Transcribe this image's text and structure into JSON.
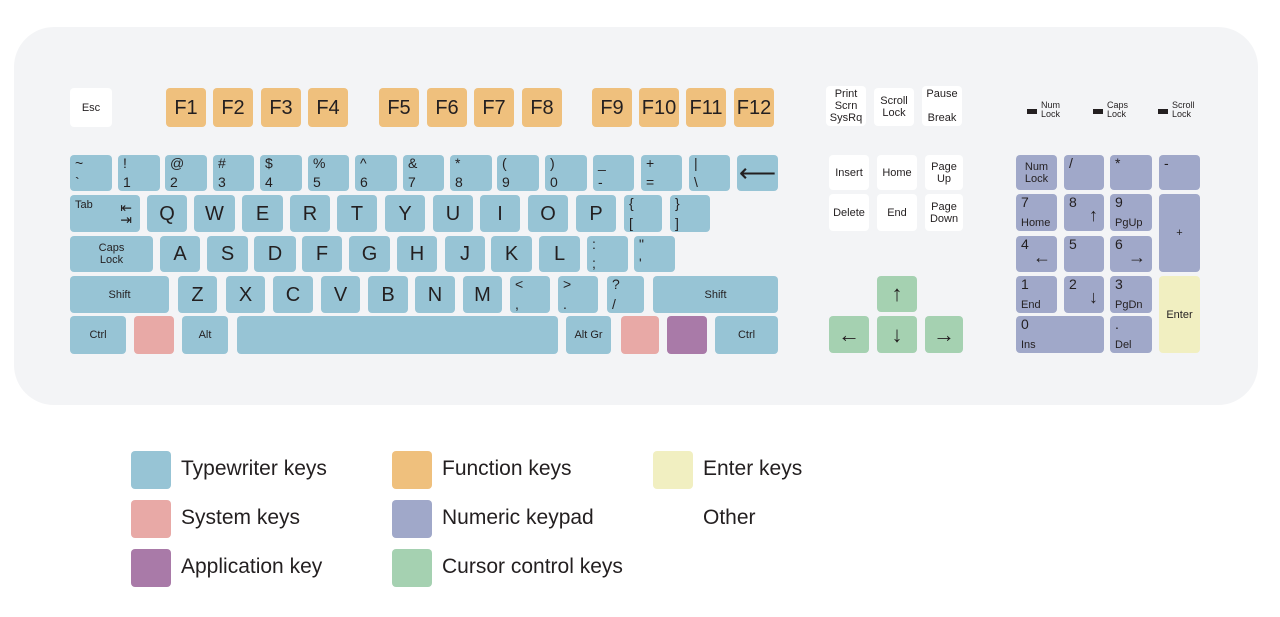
{
  "colors": {
    "typewriter": "#97c4d5",
    "function": "#efc07d",
    "enter": "#f1efc1",
    "system": "#e8a9a6",
    "numeric": "#a0a8c9",
    "other": "#ffffff",
    "application": "#a97aa8",
    "cursor": "#a5d1b1"
  },
  "keys": {
    "esc": {
      "word": "Esc",
      "cat": "other"
    },
    "f1": {
      "letter": "F1",
      "cat": "function"
    },
    "f2": {
      "letter": "F2",
      "cat": "function"
    },
    "f3": {
      "letter": "F3",
      "cat": "function"
    },
    "f4": {
      "letter": "F4",
      "cat": "function"
    },
    "f5": {
      "letter": "F5",
      "cat": "function"
    },
    "f6": {
      "letter": "F6",
      "cat": "function"
    },
    "f7": {
      "letter": "F7",
      "cat": "function"
    },
    "f8": {
      "letter": "F8",
      "cat": "function"
    },
    "f9": {
      "letter": "F9",
      "cat": "function"
    },
    "f10": {
      "letter": "F10",
      "cat": "function"
    },
    "f11": {
      "letter": "F11",
      "cat": "function"
    },
    "f12": {
      "letter": "F12",
      "cat": "function"
    },
    "print": {
      "word": "Print\nScrn\nSysRq",
      "cat": "other"
    },
    "scroll": {
      "word": "Scroll\nLock",
      "cat": "other"
    },
    "pause": {
      "word": "Pause\n\nBreak",
      "cat": "other"
    },
    "tilde": {
      "top": "~",
      "bottom": "`",
      "cat": "typewriter"
    },
    "1": {
      "top": "!",
      "bottom": "1",
      "cat": "typewriter"
    },
    "2": {
      "top": "@",
      "bottom": "2",
      "cat": "typewriter"
    },
    "3": {
      "top": "#",
      "bottom": "3",
      "cat": "typewriter"
    },
    "4": {
      "top": "$",
      "bottom": "4",
      "cat": "typewriter"
    },
    "5": {
      "top": "%",
      "bottom": "5",
      "cat": "typewriter"
    },
    "6": {
      "top": "^",
      "bottom": "6",
      "cat": "typewriter"
    },
    "7": {
      "top": "&",
      "bottom": "7",
      "cat": "typewriter"
    },
    "8": {
      "top": "*",
      "bottom": "8",
      "cat": "typewriter"
    },
    "9": {
      "top": "(",
      "bottom": "9",
      "cat": "typewriter"
    },
    "0": {
      "top": ")",
      "bottom": "0",
      "cat": "typewriter"
    },
    "minus": {
      "top": "_",
      "bottom": "-",
      "cat": "typewriter"
    },
    "equals": {
      "top": "+",
      "bottom": "=",
      "cat": "typewriter"
    },
    "pipe": {
      "top": "|",
      "bottom": "\\",
      "cat": "typewriter"
    },
    "backspace": {
      "glyph": "⟵",
      "icon": "backspace-arrow-icon",
      "cat": "typewriter"
    },
    "tab": {
      "top": "Tab",
      "glyph": "⇤\n⇥",
      "icon": "tab-arrows-icon",
      "cat": "typewriter"
    },
    "q": {
      "letter": "Q",
      "cat": "typewriter"
    },
    "w": {
      "letter": "W",
      "cat": "typewriter"
    },
    "e": {
      "letter": "E",
      "cat": "typewriter"
    },
    "r": {
      "letter": "R",
      "cat": "typewriter"
    },
    "t": {
      "letter": "T",
      "cat": "typewriter"
    },
    "y": {
      "letter": "Y",
      "cat": "typewriter"
    },
    "u": {
      "letter": "U",
      "cat": "typewriter"
    },
    "i": {
      "letter": "I",
      "cat": "typewriter"
    },
    "o": {
      "letter": "O",
      "cat": "typewriter"
    },
    "p": {
      "letter": "P",
      "cat": "typewriter"
    },
    "lbracket": {
      "top": "{",
      "bottom": "[",
      "cat": "typewriter"
    },
    "rbracket": {
      "top": "}",
      "bottom": "]",
      "cat": "typewriter"
    },
    "enter": {
      "glyph": "↵",
      "icon": "enter-arrow-icon",
      "cat": "enter"
    },
    "caps": {
      "word": "Caps\nLock",
      "cat": "typewriter"
    },
    "a": {
      "letter": "A",
      "cat": "typewriter"
    },
    "s": {
      "letter": "S",
      "cat": "typewriter"
    },
    "d": {
      "letter": "D",
      "cat": "typewriter"
    },
    "f": {
      "letter": "F",
      "cat": "typewriter"
    },
    "g": {
      "letter": "G",
      "cat": "typewriter"
    },
    "h": {
      "letter": "H",
      "cat": "typewriter"
    },
    "j": {
      "letter": "J",
      "cat": "typewriter"
    },
    "k": {
      "letter": "K",
      "cat": "typewriter"
    },
    "l": {
      "letter": "L",
      "cat": "typewriter"
    },
    "semicolon": {
      "top": ":",
      "bottom": ";",
      "cat": "typewriter"
    },
    "quote": {
      "top": "\"",
      "bottom": "'",
      "cat": "typewriter"
    },
    "lshift": {
      "word": "Shift",
      "cat": "typewriter"
    },
    "z": {
      "letter": "Z",
      "cat": "typewriter"
    },
    "x": {
      "letter": "X",
      "cat": "typewriter"
    },
    "c": {
      "letter": "C",
      "cat": "typewriter"
    },
    "v": {
      "letter": "V",
      "cat": "typewriter"
    },
    "b": {
      "letter": "B",
      "cat": "typewriter"
    },
    "n": {
      "letter": "N",
      "cat": "typewriter"
    },
    "m": {
      "letter": "M",
      "cat": "typewriter"
    },
    "comma": {
      "top": "<",
      "bottom": ",",
      "cat": "typewriter"
    },
    "period": {
      "top": ">",
      "bottom": ".",
      "cat": "typewriter"
    },
    "slash": {
      "top": "?",
      "bottom": "/",
      "cat": "typewriter"
    },
    "rshift": {
      "word": "Shift",
      "cat": "typewriter"
    },
    "lctrl": {
      "word": "Ctrl",
      "cat": "typewriter"
    },
    "lwin": {
      "cat": "system"
    },
    "alt": {
      "word": "Alt",
      "cat": "typewriter"
    },
    "space": {
      "cat": "typewriter"
    },
    "altgr": {
      "word": "Alt Gr",
      "cat": "typewriter"
    },
    "rwin": {
      "cat": "system"
    },
    "menu": {
      "cat": "application"
    },
    "rctrl": {
      "word": "Ctrl",
      "cat": "typewriter"
    },
    "insert": {
      "word": "Insert",
      "cat": "other"
    },
    "home": {
      "word": "Home",
      "cat": "other"
    },
    "pgup": {
      "word": "Page\nUp",
      "cat": "other"
    },
    "delete": {
      "word": "Delete",
      "cat": "other"
    },
    "end": {
      "word": "End",
      "cat": "other"
    },
    "pgdn": {
      "word": "Page\nDown",
      "cat": "other"
    },
    "up": {
      "glyph": "↑",
      "icon": "arrow-up-icon",
      "cat": "cursor"
    },
    "left": {
      "glyph": "←",
      "icon": "arrow-left-icon",
      "cat": "cursor"
    },
    "down": {
      "glyph": "↓",
      "icon": "arrow-down-icon",
      "cat": "cursor"
    },
    "right": {
      "glyph": "→",
      "icon": "arrow-right-icon",
      "cat": "cursor"
    },
    "numlock": {
      "word": "Num\nLock",
      "cat": "numeric"
    },
    "ndiv": {
      "top": "/",
      "cat": "numeric"
    },
    "nmul": {
      "top": "*",
      "cat": "numeric"
    },
    "nsub": {
      "top": "-",
      "cat": "numeric"
    },
    "n7": {
      "top": "7",
      "bottom": "Home",
      "cat": "numeric"
    },
    "n8": {
      "top": "8",
      "glyph": "↑",
      "icon": "arrow-up-icon",
      "cat": "numeric"
    },
    "n9": {
      "top": "9",
      "bottom": "PgUp",
      "cat": "numeric"
    },
    "nadd": {
      "word": "+",
      "cat": "numeric"
    },
    "n4": {
      "top": "4",
      "glyph": "←",
      "icon": "arrow-left-icon",
      "cat": "numeric"
    },
    "n5": {
      "top": "5",
      "cat": "numeric"
    },
    "n6": {
      "top": "6",
      "glyph": "→",
      "icon": "arrow-right-icon",
      "cat": "numeric"
    },
    "n1": {
      "top": "1",
      "bottom": "End",
      "cat": "numeric"
    },
    "n2": {
      "top": "2",
      "glyph": "↓",
      "icon": "arrow-down-icon",
      "cat": "numeric"
    },
    "n3": {
      "top": "3",
      "bottom": "PgDn",
      "cat": "numeric"
    },
    "nenter": {
      "word": "Enter",
      "cat": "enter"
    },
    "n0": {
      "top": "0",
      "bottom": "Ins",
      "cat": "numeric"
    },
    "ndot": {
      "top": ".",
      "bottom": "Del",
      "cat": "numeric"
    }
  },
  "indicators": [
    {
      "label": "Num\nLock"
    },
    {
      "label": "Caps\nLock"
    },
    {
      "label": "Scroll\nLock"
    }
  ],
  "legend": [
    {
      "label": "Typewriter keys",
      "cat": "typewriter"
    },
    {
      "label": "Function keys",
      "cat": "function"
    },
    {
      "label": "Enter keys",
      "cat": "enter"
    },
    {
      "label": "System keys",
      "cat": "system"
    },
    {
      "label": "Numeric keypad",
      "cat": "numeric"
    },
    {
      "label": "Other",
      "cat": "other"
    },
    {
      "label": "Application key",
      "cat": "application"
    },
    {
      "label": "Cursor control keys",
      "cat": "cursor"
    }
  ]
}
